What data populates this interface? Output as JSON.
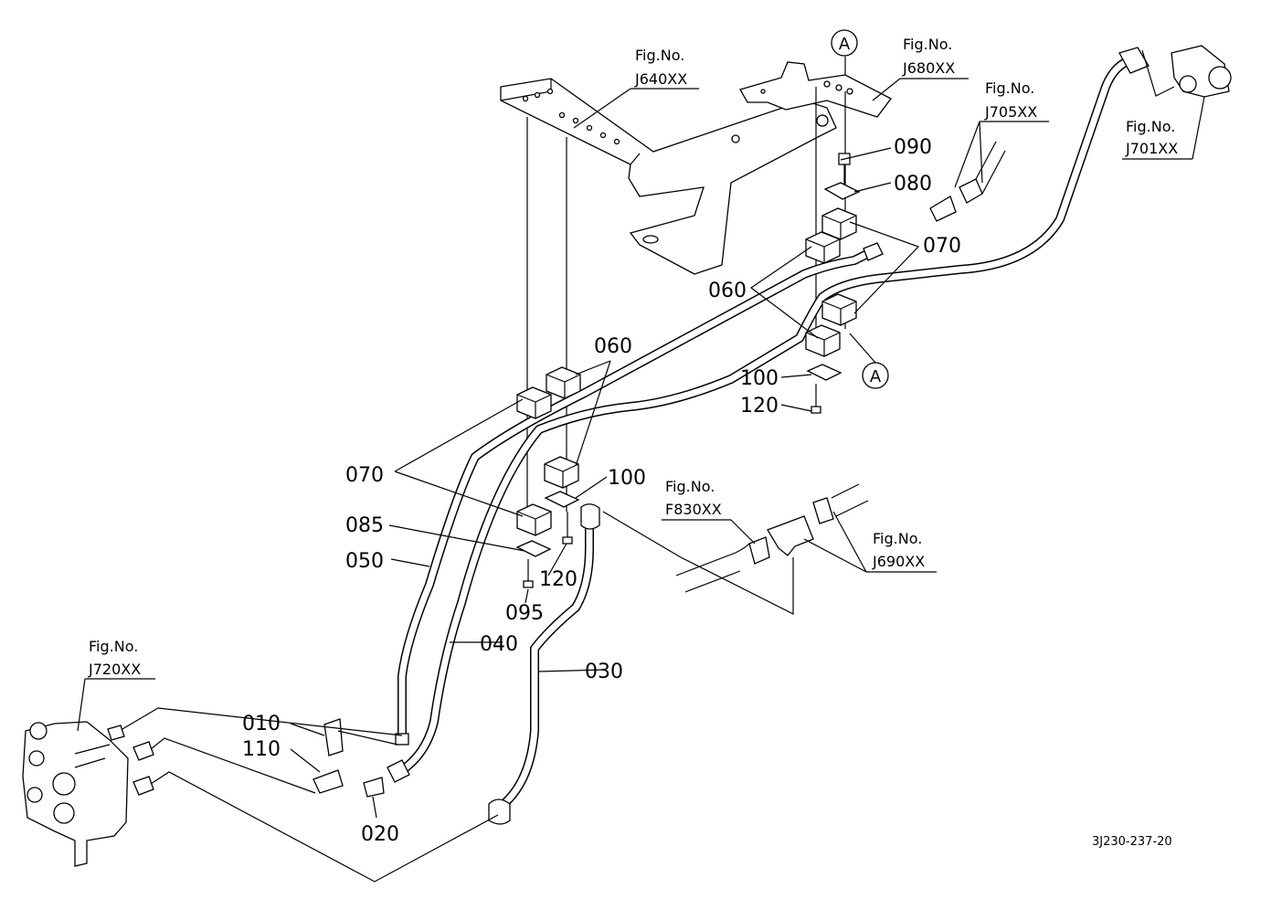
{
  "figure_refs": [
    {
      "id": "j640",
      "line1": "Fig.No.",
      "line2": "J640XX"
    },
    {
      "id": "j680",
      "line1": "Fig.No.",
      "line2": "J680XX"
    },
    {
      "id": "j705",
      "line1": "Fig.No.",
      "line2": "J705XX"
    },
    {
      "id": "j701",
      "line1": "Fig.No.",
      "line2": "J701XX"
    },
    {
      "id": "f830",
      "line1": "Fig.No.",
      "line2": "F830XX"
    },
    {
      "id": "j690",
      "line1": "Fig.No.",
      "line2": "J690XX"
    },
    {
      "id": "j720",
      "line1": "Fig.No.",
      "line2": "J720XX"
    }
  ],
  "part_numbers": {
    "p090": "090",
    "p080": "080",
    "p070a": "070",
    "p060a": "060",
    "p060b": "060",
    "p100a": "100",
    "p120a": "120",
    "p070b": "070",
    "p100b": "100",
    "p085": "085",
    "p050": "050",
    "p120b": "120",
    "p095": "095",
    "p040": "040",
    "p030": "030",
    "p010": "010",
    "p110": "110",
    "p020": "020"
  },
  "markers": {
    "a_top": "A",
    "a_right": "A"
  },
  "drawing_code": "3J230-237-20"
}
